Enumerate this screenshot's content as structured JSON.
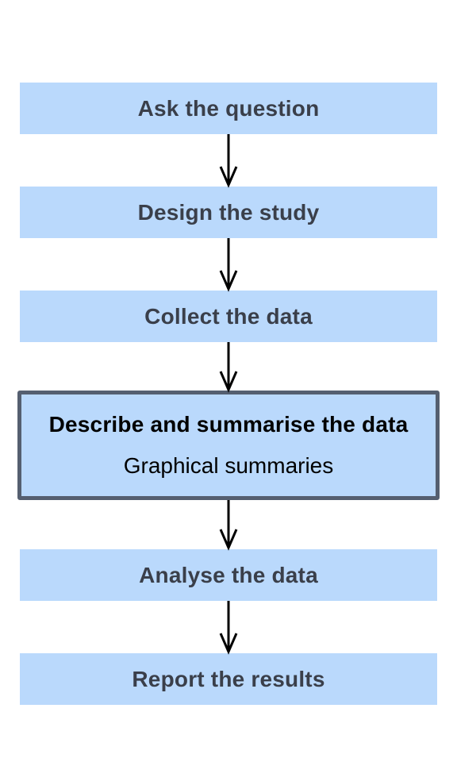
{
  "diagram": {
    "stages": [
      {
        "label": "Ask the question"
      },
      {
        "label": "Design the study"
      },
      {
        "label": "Collect the data"
      },
      {
        "label": "Describe and summarise the data",
        "sublabel": "Graphical summaries",
        "current": true
      },
      {
        "label": "Analyse the data"
      },
      {
        "label": "Report the results"
      }
    ],
    "colors": {
      "box_fill": "#bad9fc",
      "current_border": "#555f70",
      "text": "#3a3f4a",
      "arrow": "#000000"
    }
  }
}
